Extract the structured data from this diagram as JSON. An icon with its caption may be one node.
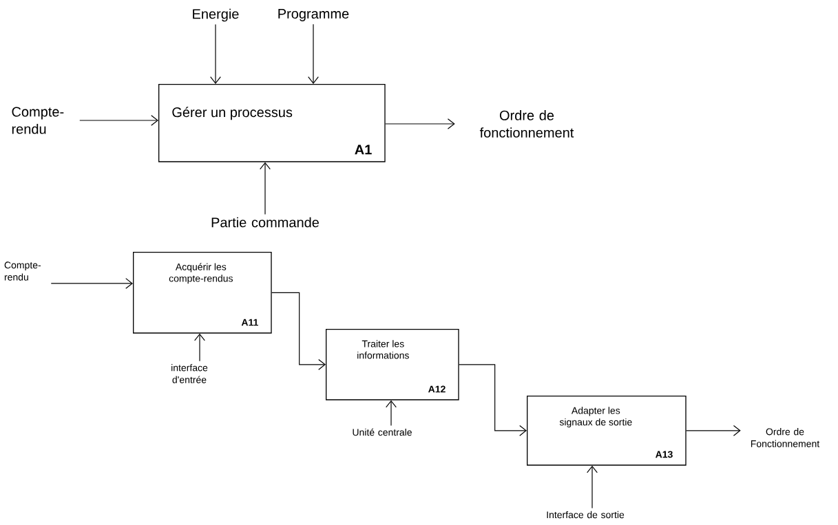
{
  "diagram": {
    "nodes": [
      {
        "text": [
          "Gérer un processus",
          "A1"
        ]
      },
      {
        "text": [
          "Energie"
        ]
      },
      {
        "text": [
          "Programme"
        ]
      },
      {
        "text": [
          "Compte- rendu"
        ]
      },
      {
        "text": [
          "Ordre de fonctionnement"
        ]
      },
      {
        "text": [
          "Partie commande"
        ]
      },
      {
        "text": [
          "Acquérir les compte-rendus",
          "A11"
        ]
      },
      {
        "text": [
          "Compte- rendu"
        ]
      },
      {
        "text": [
          "interface d'entrée"
        ]
      },
      {
        "text": [
          "Traiter les informations",
          "A12"
        ]
      },
      {
        "text": [
          "Unité centrale"
        ]
      },
      {
        "text": [
          "Adapter les signaux de sortie",
          "A13"
        ]
      },
      {
        "text": [
          "Interface de sortie"
        ]
      },
      {
        "text": [
          "Ordre de Fonctionnement"
        ]
      }
    ],
    "edges": [
      {
        "from": 1,
        "to": 0,
        "arrow": "to"
      },
      {
        "from": 2,
        "to": 0,
        "arrow": "to"
      },
      {
        "from": 3,
        "to": 0,
        "arrow": "to"
      },
      {
        "from": 0,
        "to": 4,
        "arrow": "to"
      },
      {
        "from": 5,
        "to": 0,
        "arrow": "to"
      },
      {
        "from": 7,
        "to": 6,
        "arrow": "to"
      },
      {
        "from": 8,
        "to": 6,
        "arrow": "to"
      },
      {
        "from": 6,
        "to": 9,
        "arrow": "to"
      },
      {
        "from": 10,
        "to": 9,
        "arrow": "to"
      },
      {
        "from": 9,
        "to": 11,
        "arrow": "to"
      },
      {
        "from": 12,
        "to": 11,
        "arrow": "to"
      },
      {
        "from": 11,
        "to": 13,
        "arrow": "to"
      }
    ]
  }
}
